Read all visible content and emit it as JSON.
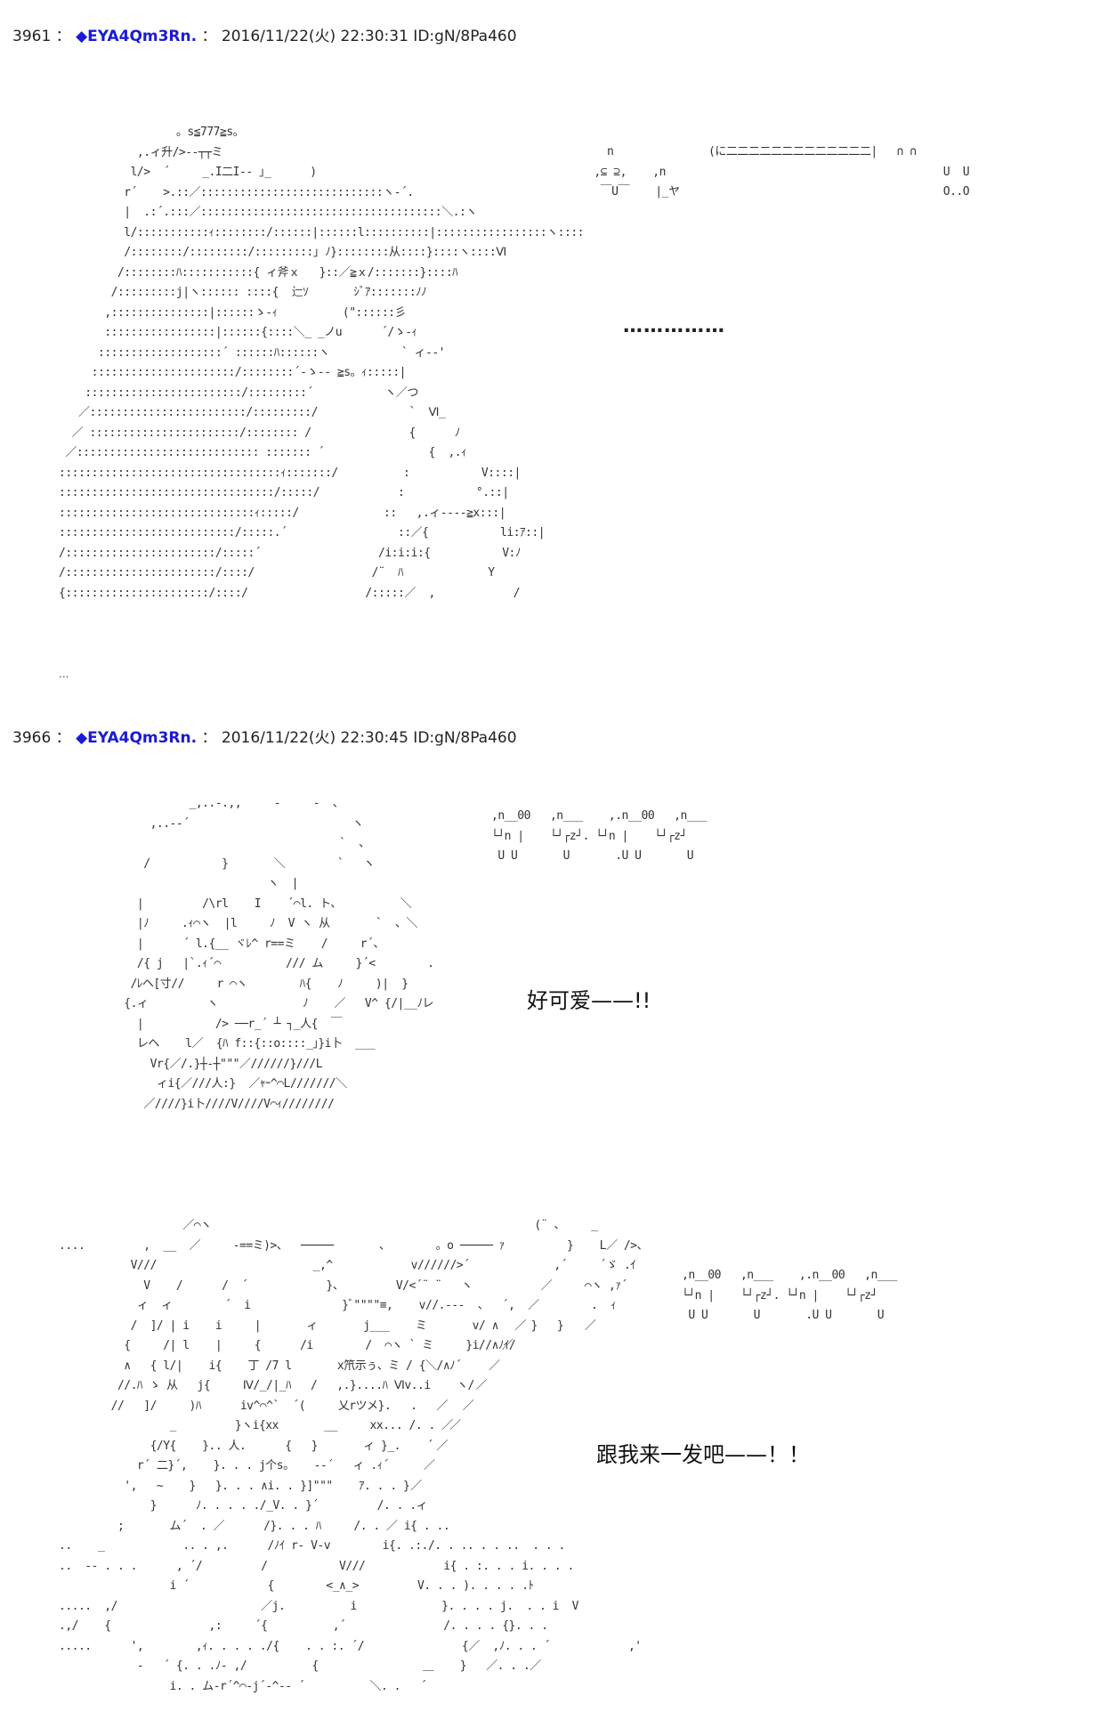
{
  "posts": [
    {
      "number": "3961",
      "separator": "：",
      "diamond": "◆",
      "trip": "EYA4Qm3Rn.",
      "colon": "：",
      "timestamp": "2016/11/22(火) 22:30:31 ID:gN/8Pa460",
      "dots": "……………",
      "trailing": "..."
    },
    {
      "number": "3966",
      "separator": "：",
      "diamond": "◆",
      "trip": "EYA4Qm3Rn.",
      "colon": "：",
      "timestamp": "2016/11/22(火) 22:30:45 ID:gN/8Pa460",
      "speech_1": "好可爱——!!",
      "speech_2": "跟我来一发吧——！！"
    }
  ],
  "art": {
    "figure_1": "                  。s≦777≧s。\n            ,.ィ升/>‐‐┬┬ミ\n           l/>  ´     _.I二I‐‐ ｣_      )\n          r´    >.::／::::::::::::::::::::::::::::ヽ‐´.\n          |  .:´.:::／:::::::::::::::::::::::::::::::::::::＼.:ヽ\n          l/:::::::::::ｨ::::::::/::::::|::::::l::::::::::|:::::::::::::::::ヽ::::\n          /::::::::/:::::::::/:::::::::｣ ﾉ}::::::::从::::}::::ヽ::::Ⅵ\n         /::::::::ﾊ:::::::::::{ ィ斧ｘ   }::／≧ｘ/:::::::}::::ﾊ\n        /:::::::::j|ヽ:::::: ::::{  辷ｿ       ｼﾞｱ:::::::ﾉﾉ\n       ,:::::::::::::::|::::::ゝ‐ｨ          (\"::::::彡\n       :::::::::::::::::|::::::{::::＼_ _ノu      ´/ゝ‐ｨ\n      :::::::::::::::::::´ ::::::ﾊ::::::ヽ           ` ィ‐‐'\n     ::::::::::::::::::::::/::::::::´‐ゝ‐‐ ≧s。ｨ:::::|\n    ::::::::::::::::::::::::/:::::::::´           ヽ／つ\n   ／::::::::::::::::::::::::/:::::::::/              `  Ⅵ_\n  ／ :::::::::::::::::::::::/:::::::: /               {      ﾉ\n ／:::::::::::::::::::::::::::: ::::::: ´                {  ,.ｨ\n::::::::::::::::::::::::::::::::::ｨ:::::::/          :           V::::|\n:::::::::::::::::::::::::::::::::/:::::/            :           °.::|\n::::::::::::::::::::::::::::::ｨ:::::/             ::   ,.ィ‐‐‐‐≧x:::|\n:::::::::::::::::::::::::::/:::::.´                 ::／{           li:ｱ::|\n/:::::::::::::::::::::::/:::::´                  /i:i:i:{           V:ﾉ\n/:::::::::::::::::::::::/::::/                  /¨  ﾊ             Y\n{::::::::::::::::::::::/::::/                  /:::::／  ,            /",
    "speech_1": "   n\n ,⊆ ⊇,    ,n\n  ￣U￣    |_ヤ",
    "speech_2": "(に二二二二二二二二二二二二二|   ∩ ∩\n                                    U  U\n                                    O..O",
    "figure_2": "                    _,..-.,,     -     -  、\n              ,..-‐´                         ヽ\n                                           `  、\n             /           }       ＼        `   ヽ\n                                ヽ  |\n            |         /\\rl    I    ´⌒l. ト、         ＼\n            |ﾉ     .ｨ⌒ヽ  |l     ﾉ  V ヽ 从       `  、＼\n            |      ´ l.{__ ヾﾚ^ r==ミ    /     r´、\n            /{ j   |`.ｨ´⌒          /// ム     }´<        .\n           /ﾚヘ[寸//     r ⌒ヽ        ﾊ{    ﾉ     )|  }\n          {.ィ         ヽ             ﾉ    ／   V^ {/|__ﾉレ\n            |           /> ──r_´ ┴ ┐_人{  ￣\n            レヘ    l／  {ﾊ f::{::o::::_｣}i卜  ___\n              Vr{／/.}┼‐┼\"\"\"／//////}///L\n               ィi{／///人:}  ／ｬｰ^⌒L///////＼\n             ／////}i卜////V////V⌒ｨ////////",
    "speech_3": ",n__00   ,n___    ,.n__00   ,n___\n└┘n |    └┘┌z┘. └┘n |    └┘┌z┘\n U U       U       .U U       U",
    "figure_3": "                   ／⌒ヽ\n....         ,  __  ／     -==ミ)>、  ─────       、       。o ───── ｧ\n           V///                        _,^            v//////>´\n             V    /      /  ´            }、        V/<´¨ ¨   ヽ\n            ィ  ィ        ´  i              }ﾞ\"\"\"\"≡,    v//.‐‐‐  、  ´,\n           /  ]/ | i    i     |       ィ       j___    ミ       v/ ∧     }   }\n          {     /| l    |     {      /i        /  ⌒ヽ ` ミ     }i//∧ﾉｲ/\n          ∧   { l/|    i{    丁 /7 l       x笊示ぅ、ミ / {＼/∧ﾉ´\n         //.ﾊ ゝ 从   j{     Ⅳ/_/|_ﾊ   /   ,.}....ﾊ Ⅵv..i    ヽ/\n        //   ]/     )ﾊ      iv^⌒^`  ´(     乂rツメ}.   .   ／\n                 _         }ヽi{xx       __     xx... /. . ／\n              {/Y{    }.. 人.      {   }       ィ }_.    ´\n            r´ 二}´,    }. . . j个s。   ‐‐´   ィ .ｨ´\n          ',   ~    }   }. . . ∧i. . }]\"\"\"    ｱ. . . }\n              }      ﾉ. . . . ./_V. . }´         /. . .ィ\n         ;       ム´  . ／      /}. . . ﾊ     /. . ／ i{ . ..\n..    _            .. . ,.      /ﾉｲ r‐ V‐v        i{. .:./. . .. . . ..  . . .\n..  ‐‐ . . .      , ´/         /           V///            i{ . :. . . i. . . .\n                 i ´            {        <_∧_>         V. . . ). . . . .ﾄ\n.....  ,/                      ／j.          i             }. . . . j.  . . i  V\n.,/    {               ,:     ´{          ,´               /. . . . {}. . .\n.....      ',        ,ｨ. . . . ./{    . . :. ´/               {／  ,ﾉ. . . ´            ,'\n            ‐   ´ {. . .ﾉ‐ ,/          {                ＿    }   ／. . .／\n                 i. . ム‐r´^⌒‐j´‐^‐‐ ´          ＼. .   ´\n",
    "figure_3_fist": "                                         (¨ 、    _\n                                              }    L／ />、\n                                            ,´     ´ゞ .ｲ\n                                          ／     ⌒ヽ ,ｧ´\n                                        ／        .  ｨ\n                                      ／         ／\n                                    ／\n                                  ／\n                                ／\n                              ／\n                            ／\n                          ／\n                        ／\n                      ／\n",
    "speech_4": ",n__00   ,n___    ,.n__00   ,n___\n└┘n |    └┘┌z┘. └┘n |    └┘┌z┘\n U U       U       .U U       U"
  }
}
